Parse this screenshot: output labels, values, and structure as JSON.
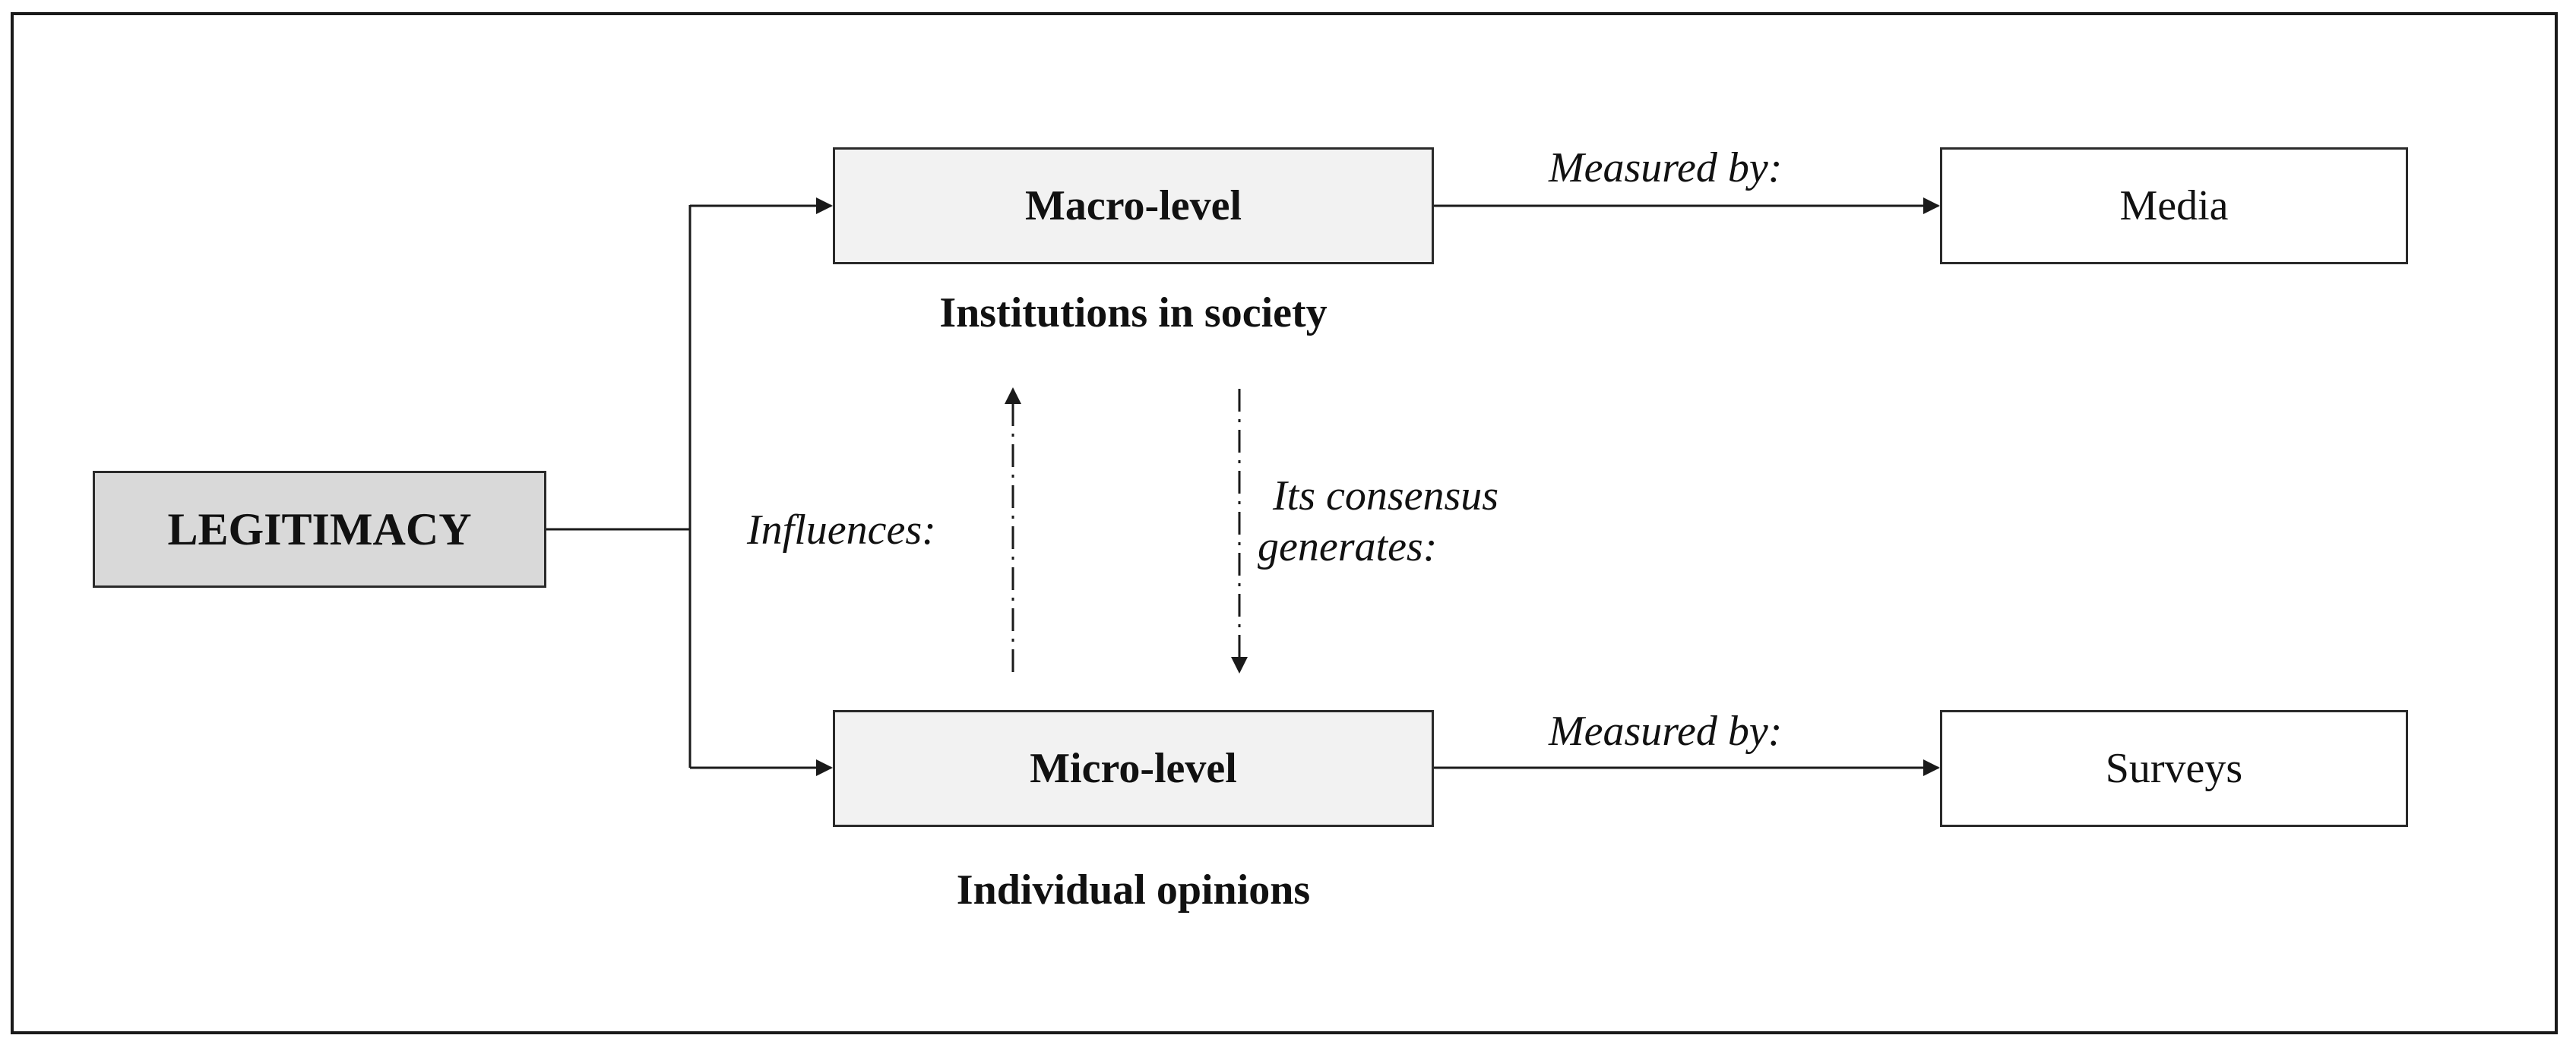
{
  "diagram": {
    "root": {
      "label": "LEGITIMACY"
    },
    "macro": {
      "label": "Macro-level",
      "caption": "Institutions in society"
    },
    "micro": {
      "label": "Micro-level",
      "caption": "Individual opinions"
    },
    "media": {
      "label": "Media"
    },
    "surveys": {
      "label": "Surveys"
    },
    "edges": {
      "measured_top": "Measured by:",
      "measured_bottom": "Measured by:",
      "influences": "Influences:",
      "consensus_line1": "Its consensus",
      "consensus_line2": "generates:"
    }
  }
}
